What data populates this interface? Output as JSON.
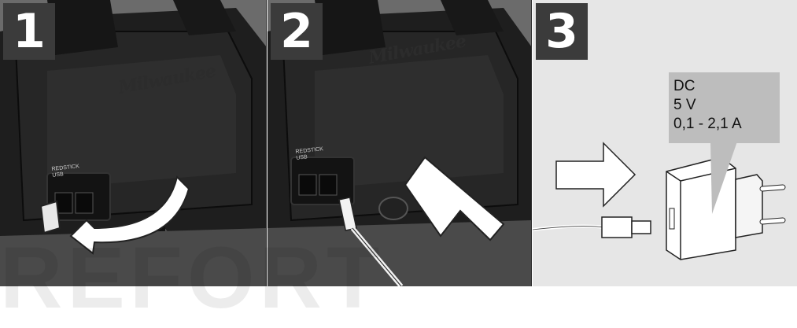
{
  "steps": [
    {
      "number": "1"
    },
    {
      "number": "2"
    },
    {
      "number": "3"
    }
  ],
  "device": {
    "brand": "Milwaukee",
    "port_label_lines": [
      "REDSTICK",
      "USB"
    ]
  },
  "spec": {
    "current_type": "DC",
    "voltage": "5 V",
    "current": "0,1 - 2,1 A"
  },
  "watermark": "REFORT",
  "colors": {
    "badge": "#3b3b3b",
    "spec_box": "#bdbdbd",
    "background_panel3": "#e6e6e6"
  },
  "icons": [
    "insert-arrow-icon",
    "usb-cable-icon",
    "power-adapter-icon",
    "curved-arrow-icon"
  ]
}
